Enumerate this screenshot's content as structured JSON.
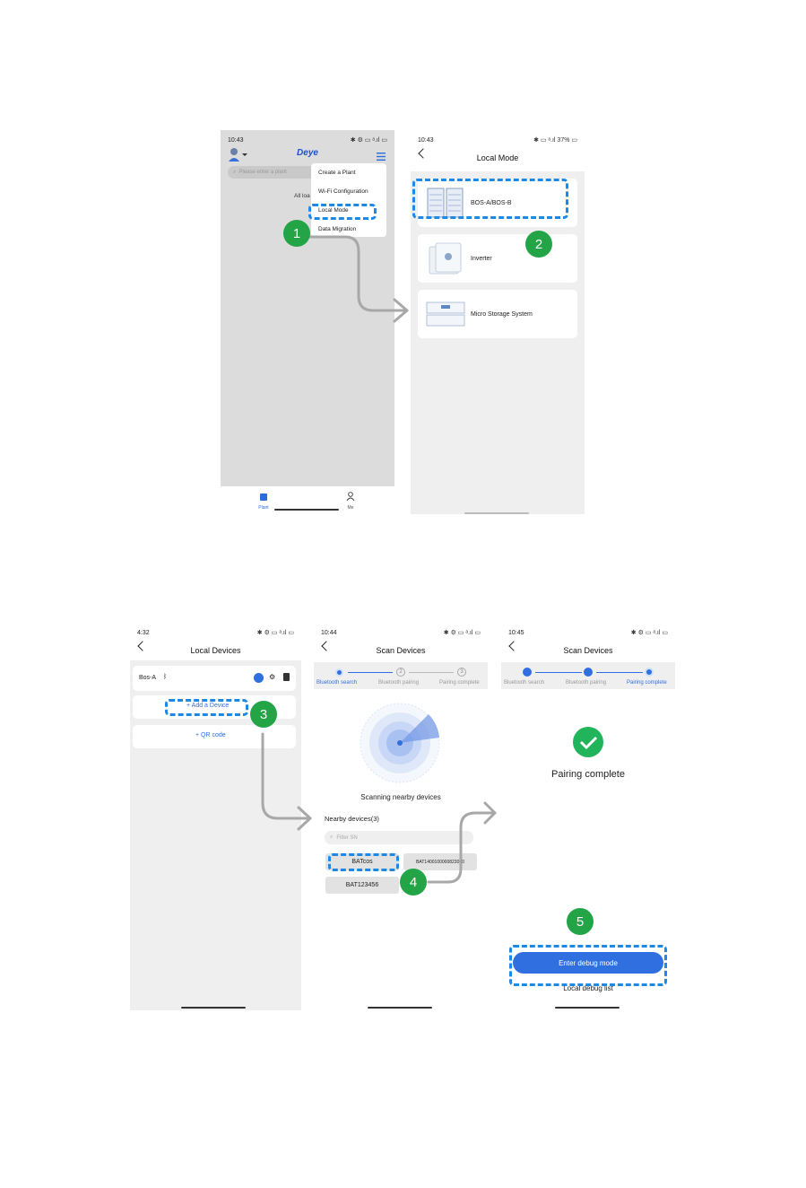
{
  "p1": {
    "time": "10:43",
    "status_right": "✱ ⚙ ▭ ᵃ.ıl ▭",
    "brand": "Deye",
    "search_placeholder": "Please enter a plant",
    "all_label": "All loa",
    "menu": [
      "Create a Plant",
      "Wi-Fi Configuration",
      "Local Mode",
      "Data Migration"
    ],
    "tabs": [
      "Plant",
      "Me"
    ]
  },
  "p2": {
    "time": "10:43",
    "status_right": "✱ ▭ ᵃ.ıl 37% ▭",
    "title": "Local Mode",
    "devices": [
      "BOS-A/BOS-B",
      "Inverter",
      "Micro Storage System"
    ]
  },
  "p3": {
    "time": "4:32",
    "status_right": "✱ ⚙ ▭ ᵃ.ıl ▭",
    "title": "Local Devices",
    "device_name": "Bos-A",
    "add_label": "Add a Device",
    "qr_label": "QR code"
  },
  "p4": {
    "time": "10:44",
    "status_right": "✱ ⚙ ▭ ᵃ.ıl ▭",
    "title": "Scan Devices",
    "steps": [
      "Bluetooth search",
      "Bluetooth pairing",
      "Pairing complete"
    ],
    "step_nums": [
      "2",
      "3"
    ],
    "scanning": "Scanning nearby devices",
    "nearby": "Nearby devices(3)",
    "filter_placeholder": "Filter SN",
    "results": [
      "BATcos",
      "BAT1400100000823000",
      "BAT123456"
    ]
  },
  "p5": {
    "time": "10:45",
    "status_right": "✱ ⚙ ▭ ᵃ.ıl ▭",
    "title": "Scan Devices",
    "steps": [
      "Bluetooth search",
      "Bluetooth pairing",
      "Pairing complete"
    ],
    "complete": "Pairing complete",
    "debug_button": "Enter debug mode",
    "debug_list": "Local debug list"
  },
  "badges": [
    "1",
    "2",
    "3",
    "4",
    "5"
  ],
  "colors": {
    "accent": "#1e88e5",
    "badge": "#22a447",
    "primary_button": "#2f6fe0",
    "success": "#22b45a"
  }
}
